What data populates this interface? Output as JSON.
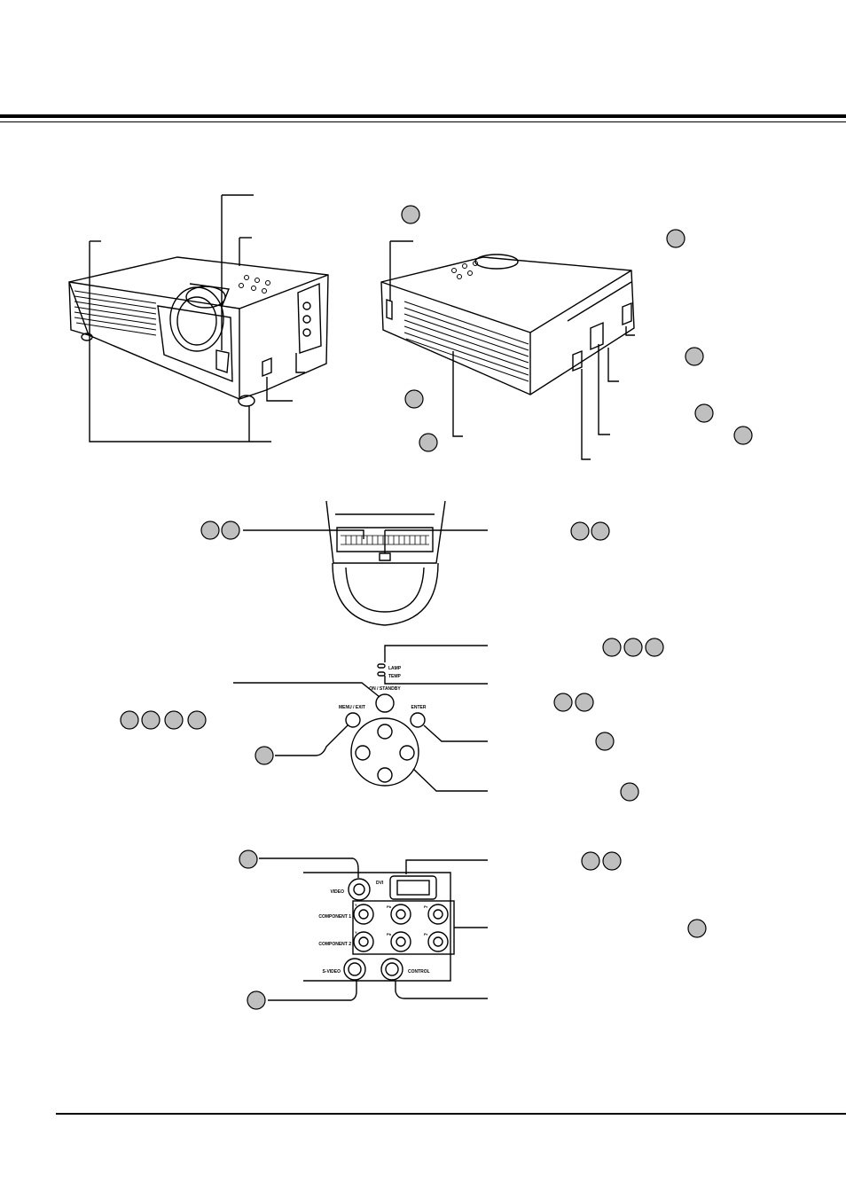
{
  "control_panel": {
    "lamp_label": "LAMP",
    "temp_label": "TEMP",
    "on_standby_label": "ON / STANDBY",
    "menu_exit_label": "MENU / EXIT",
    "enter_label": "ENTER"
  },
  "terminals": {
    "video_label": "VIDEO",
    "dvi_label": "DVI",
    "component1_label": "COMPONENT 1",
    "component2_label": "COMPONENT 2",
    "y_label": "Y",
    "pb_label": "Pb",
    "pr_label": "Pr",
    "svideo_label": "S-VIDEO",
    "control_label": "CONTROL"
  }
}
